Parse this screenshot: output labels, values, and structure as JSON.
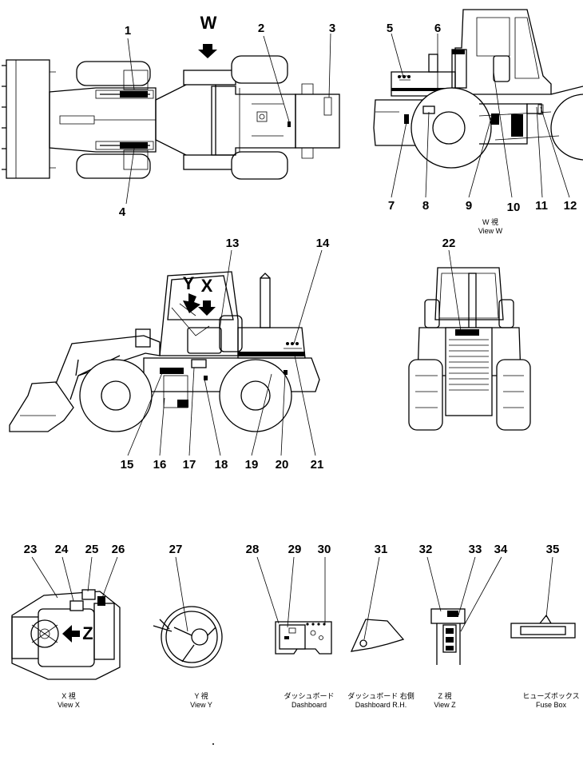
{
  "callouts": [
    "1",
    "2",
    "3",
    "4",
    "5",
    "6",
    "7",
    "8",
    "9",
    "10",
    "11",
    "12",
    "13",
    "14",
    "15",
    "16",
    "17",
    "18",
    "19",
    "20",
    "21",
    "22",
    "23",
    "24",
    "25",
    "26",
    "27",
    "28",
    "29",
    "30",
    "31",
    "32",
    "33",
    "34",
    "35"
  ],
  "view_letters": {
    "w": "W",
    "x": "X",
    "y": "Y",
    "z": "Z"
  },
  "captions": {
    "view_w": {
      "jp": "W 視",
      "en": "View W"
    },
    "view_x": {
      "jp": "X 視",
      "en": "View X"
    },
    "view_y": {
      "jp": "Y 視",
      "en": "View Y"
    },
    "dashboard": {
      "jp": "ダッシュボード",
      "en": "Dashboard"
    },
    "dashboard_rh": {
      "jp": "ダッシュボード 右側",
      "en": "Dashboard R.H."
    },
    "view_z": {
      "jp": "Z 視",
      "en": "View Z"
    },
    "fuse_box": {
      "jp": "ヒューズボックス",
      "en": "Fuse Box"
    }
  },
  "colors": {
    "ink": "#000000",
    "paper": "#ffffff"
  }
}
